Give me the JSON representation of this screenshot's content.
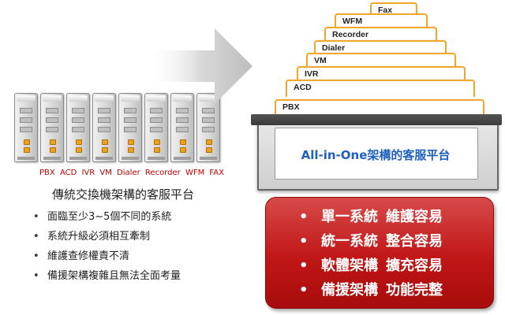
{
  "servers": {
    "labels": [
      "PBX",
      "ACD",
      "IVR",
      "VM",
      "Dialer",
      "Recorder",
      "WFM",
      "FAX"
    ]
  },
  "legacy": {
    "title": "傳統交換機架構的客服平台",
    "bullets": [
      "面臨至少3~5個不同的系統",
      "系統升級必須相互牽制",
      "維護查修權責不清",
      "備援架構複雜且無法全面考量"
    ]
  },
  "tabs": [
    "Fax",
    "WFM",
    "Recorder",
    "Dialer",
    "VM",
    "IVR",
    "ACD",
    "PBX"
  ],
  "box": {
    "title": "All-in-One架構的客服平台"
  },
  "benefits": [
    {
      "a": "單一系統",
      "b": "維護容易"
    },
    {
      "a": "統一系統",
      "b": "整合容易"
    },
    {
      "a": "軟體架構",
      "b": "擴充容易"
    },
    {
      "a": "備援架構",
      "b": "功能完整"
    }
  ],
  "colors": {
    "tab_border": "#f3a62c",
    "label_red": "#c00000",
    "title_blue": "#1f5fbf",
    "panel_red": "#c01616"
  }
}
